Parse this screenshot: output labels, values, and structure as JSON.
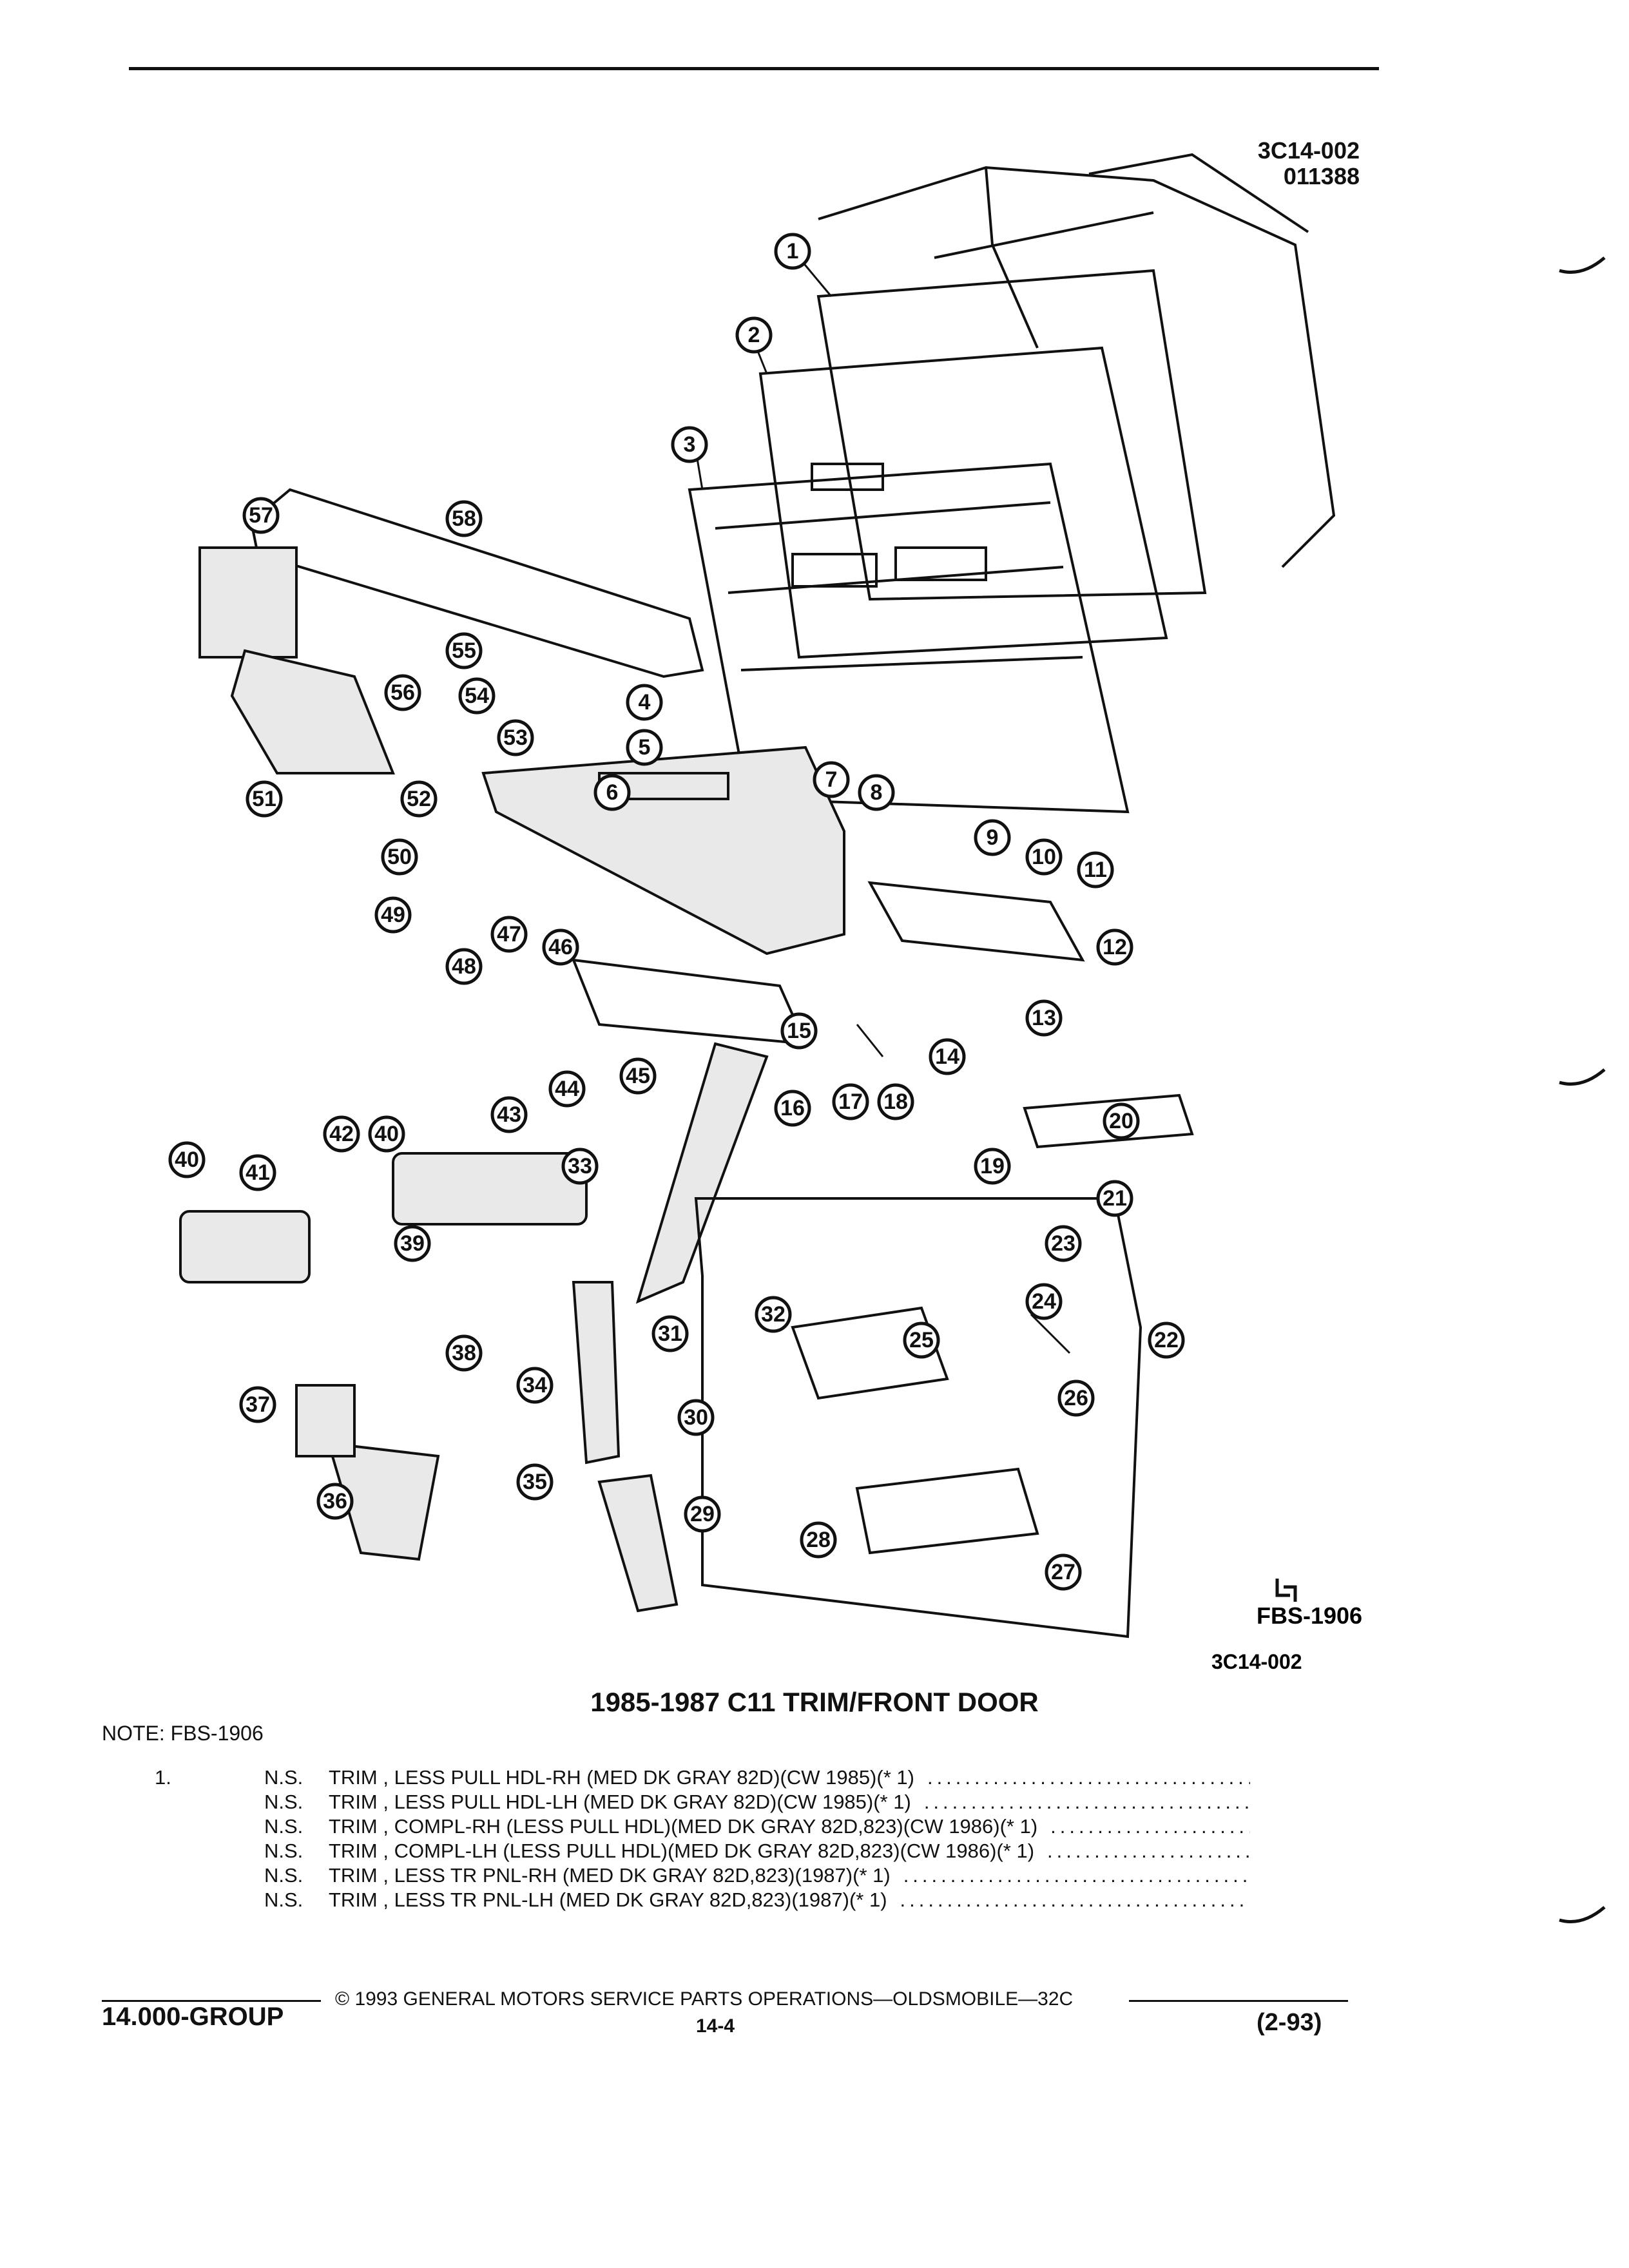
{
  "header": {
    "code_line1": "3C14-002",
    "code_line2": "011388"
  },
  "diagram": {
    "callouts": [
      "1",
      "2",
      "3",
      "4",
      "5",
      "6",
      "7",
      "8",
      "9",
      "10",
      "11",
      "12",
      "13",
      "14",
      "15",
      "16",
      "17",
      "18",
      "19",
      "20",
      "21",
      "22",
      "23",
      "24",
      "25",
      "26",
      "27",
      "28",
      "29",
      "30",
      "31",
      "32",
      "33",
      "34",
      "35",
      "36",
      "37",
      "38",
      "39",
      "40",
      "40",
      "41",
      "42",
      "43",
      "44",
      "45",
      "46",
      "47",
      "48",
      "49",
      "50",
      "51",
      "52",
      "53",
      "54",
      "55",
      "56",
      "57",
      "58"
    ],
    "fbs_label": "FBS-1906",
    "sub_code": "3C14-002"
  },
  "caption": "1985-1987 C11 TRIM/FRONT DOOR",
  "note": "NOTE:  FBS-1906",
  "trim_list": {
    "item_number": "1.",
    "rows": [
      {
        "ns": "N.S.",
        "desc": "TRIM , LESS PULL HDL-RH (MED DK GRAY 82D)(CW 1985)(* 1)"
      },
      {
        "ns": "N.S.",
        "desc": "TRIM , LESS PULL HDL-LH (MED DK GRAY 82D)(CW 1985)(* 1)"
      },
      {
        "ns": "N.S.",
        "desc": "TRIM , COMPL-RH (LESS PULL HDL)(MED DK GRAY 82D,823)(CW 1986)(* 1)"
      },
      {
        "ns": "N.S.",
        "desc": "TRIM , COMPL-LH (LESS PULL HDL)(MED DK GRAY 82D,823)(CW 1986)(* 1)"
      },
      {
        "ns": "N.S.",
        "desc": "TRIM , LESS TR PNL-RH (MED DK GRAY 82D,823)(1987)(* 1)"
      },
      {
        "ns": "N.S.",
        "desc": "TRIM , LESS TR PNL-LH (MED DK GRAY 82D,823)(1987)(* 1)"
      }
    ]
  },
  "footer": {
    "group": "14.000-GROUP",
    "copyright": "©  1993  GENERAL MOTORS SERVICE PARTS OPERATIONS—OLDSMOBILE—32C",
    "page": "14-4",
    "date": "(2-93)"
  }
}
